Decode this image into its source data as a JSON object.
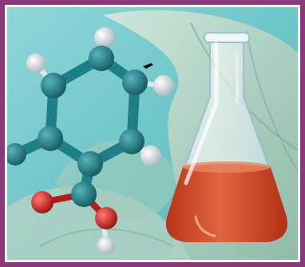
{
  "scene": {
    "subject": "chemistry-illustration",
    "elements": [
      "molecule-model",
      "erlenmeyer-flask",
      "leaf-background"
    ],
    "colors": {
      "frame": "#8a3a7a",
      "inner_border": "#f4f4f4",
      "background_teal": "#7fcfcf",
      "leaf_light": "#cfe3d6",
      "leaf_dark": "#8cb7a3",
      "bond_teal": "#1f7f86",
      "atom_teal": "#1b6e76",
      "atom_white": "#f2f2f2",
      "atom_red": "#d31d1d",
      "liquid": "#d2482a",
      "glass": "#e8f3f6"
    }
  }
}
